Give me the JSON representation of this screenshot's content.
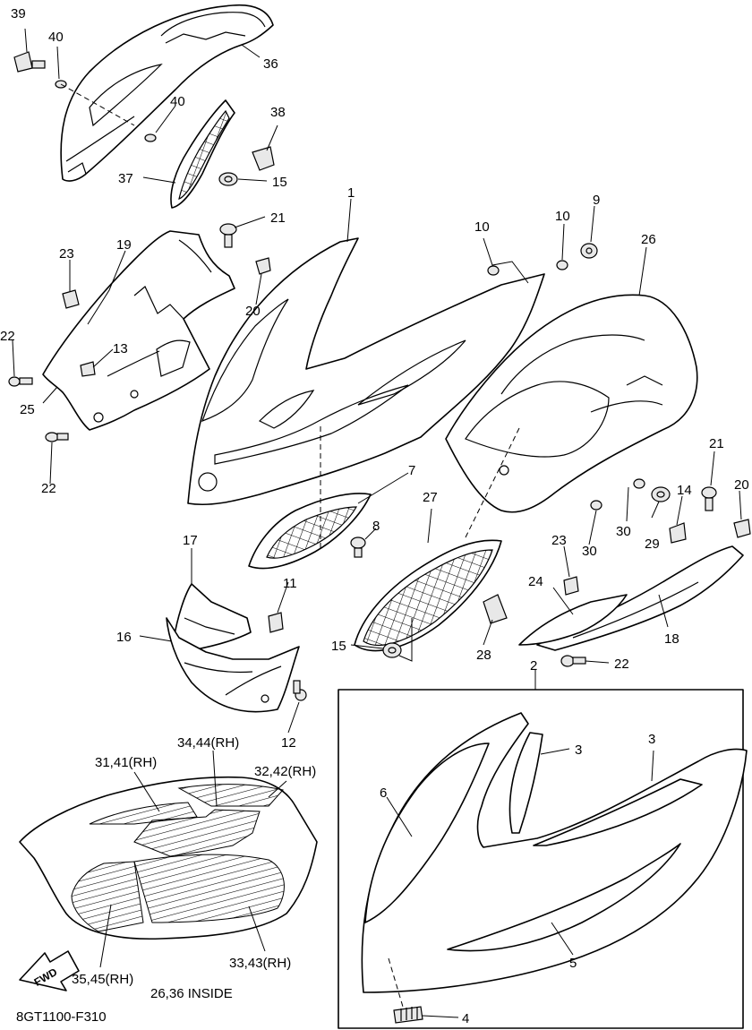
{
  "labels": [
    {
      "id": "39",
      "text": "39"
    },
    {
      "id": "40a",
      "text": "40"
    },
    {
      "id": "36",
      "text": "36"
    },
    {
      "id": "40b",
      "text": "40"
    },
    {
      "id": "38",
      "text": "38"
    },
    {
      "id": "37",
      "text": "37"
    },
    {
      "id": "15a",
      "text": "15"
    },
    {
      "id": "21a",
      "text": "21"
    },
    {
      "id": "1",
      "text": "1"
    },
    {
      "id": "10a",
      "text": "10"
    },
    {
      "id": "10b",
      "text": "10"
    },
    {
      "id": "9",
      "text": "9"
    },
    {
      "id": "26",
      "text": "26"
    },
    {
      "id": "23a",
      "text": "23"
    },
    {
      "id": "19",
      "text": "19"
    },
    {
      "id": "20a",
      "text": "20"
    },
    {
      "id": "22a",
      "text": "22"
    },
    {
      "id": "13",
      "text": "13"
    },
    {
      "id": "25",
      "text": "25"
    },
    {
      "id": "22b",
      "text": "22"
    },
    {
      "id": "7",
      "text": "7"
    },
    {
      "id": "8",
      "text": "8"
    },
    {
      "id": "27",
      "text": "27"
    },
    {
      "id": "21b",
      "text": "21"
    },
    {
      "id": "20b",
      "text": "20"
    },
    {
      "id": "14",
      "text": "14"
    },
    {
      "id": "30a",
      "text": "30"
    },
    {
      "id": "30b",
      "text": "30"
    },
    {
      "id": "29",
      "text": "29"
    },
    {
      "id": "17",
      "text": "17"
    },
    {
      "id": "11",
      "text": "11"
    },
    {
      "id": "23b",
      "text": "23"
    },
    {
      "id": "24",
      "text": "24"
    },
    {
      "id": "18",
      "text": "18"
    },
    {
      "id": "16",
      "text": "16"
    },
    {
      "id": "15b",
      "text": "15"
    },
    {
      "id": "28",
      "text": "28"
    },
    {
      "id": "22c",
      "text": "22"
    },
    {
      "id": "2",
      "text": "2"
    },
    {
      "id": "12",
      "text": "12"
    },
    {
      "id": "34",
      "text": "34,44(RH)"
    },
    {
      "id": "31",
      "text": "31,41(RH)"
    },
    {
      "id": "32",
      "text": "32,42(RH)"
    },
    {
      "id": "3a",
      "text": "3"
    },
    {
      "id": "3b",
      "text": "3"
    },
    {
      "id": "6",
      "text": "6"
    },
    {
      "id": "5",
      "text": "5"
    },
    {
      "id": "35",
      "text": "35,45(RH)"
    },
    {
      "id": "33",
      "text": "33,43(RH)"
    },
    {
      "id": "4",
      "text": "4"
    }
  ],
  "note": "26,36 INSIDE",
  "fwd": "FWD",
  "code": "8GT1100-F310"
}
